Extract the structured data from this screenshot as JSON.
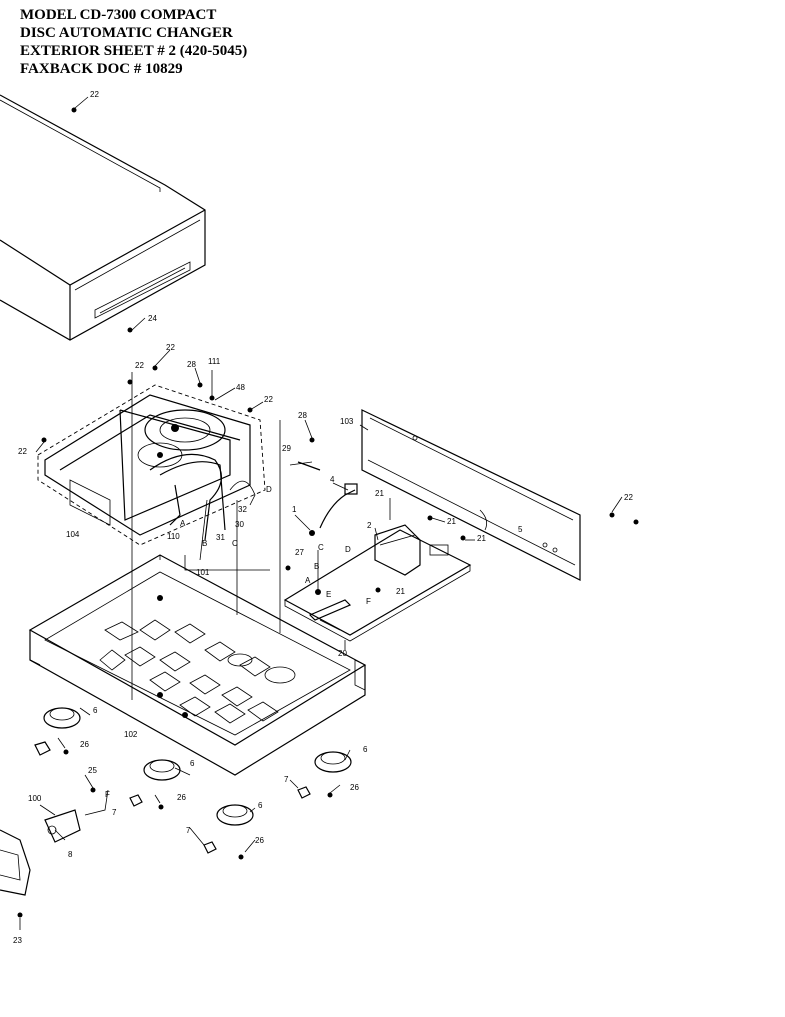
{
  "header": {
    "line1": "MODEL CD-7300 COMPACT",
    "line2": "DISC AUTOMATIC CHANGER",
    "line3": "EXTERIOR SHEET # 2  (420-5045)",
    "line4": "FAXBACK DOC # 10829"
  },
  "callouts": {
    "c22a": "22",
    "c24": "24",
    "c22b": "22",
    "c22c": "22",
    "c28a": "28",
    "c111": "111",
    "c48": "48",
    "c22d": "22",
    "c22e": "22",
    "c103": "103",
    "c28b": "28",
    "c29": "29",
    "c4": "4",
    "c21a": "21",
    "c21b": "21",
    "c1": "1",
    "c2": "2",
    "c21c": "21",
    "c22f": "22",
    "c5": "5",
    "c104": "104",
    "c110": "110",
    "cA1": "A",
    "c32": "32",
    "c30": "30",
    "c31": "31",
    "cB1": "B",
    "cC1": "C",
    "c101": "101",
    "cD1": "D",
    "c27": "27",
    "cC2": "C",
    "cD2": "D",
    "cB2": "B",
    "cA2": "A",
    "cE": "E",
    "c21d": "21",
    "cF": "F",
    "c20": "20",
    "c6a": "6",
    "c102": "102",
    "c26a": "26",
    "c6b": "6",
    "c25": "25",
    "c26b": "26",
    "c7a": "7",
    "c6c": "6",
    "c7b": "7",
    "c26c": "26",
    "c6d": "6",
    "c7c": "7",
    "c26d": "26",
    "c100": "100",
    "c8": "8",
    "cF2": "F",
    "c23": "23"
  }
}
